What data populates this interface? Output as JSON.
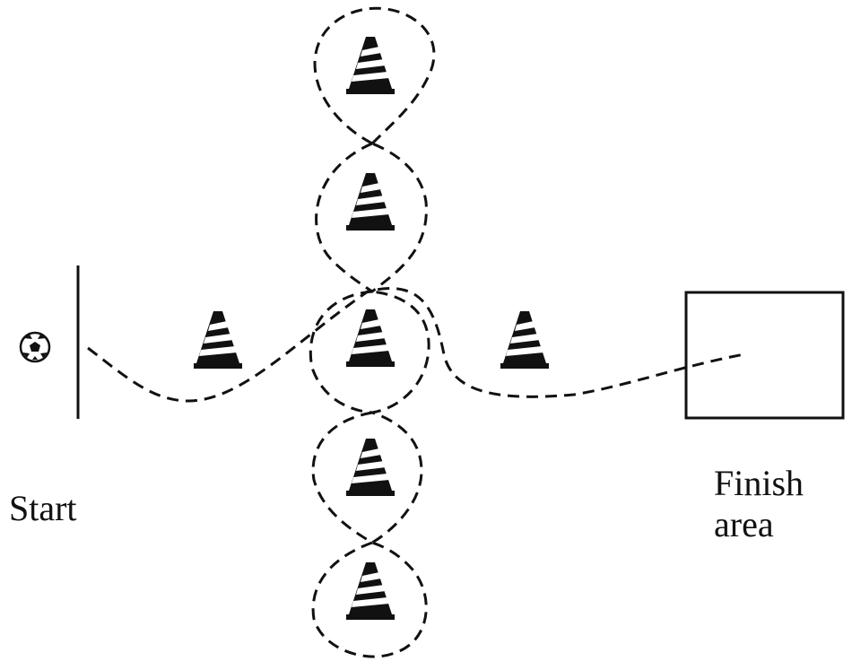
{
  "labels": {
    "start": "Start",
    "finish_line1": "Finish",
    "finish_line2": "area"
  },
  "icons": {
    "ball": "soccer-ball-icon",
    "cone": "traffic-cone-icon"
  },
  "colors": {
    "ink": "#111111",
    "background": "#ffffff"
  }
}
